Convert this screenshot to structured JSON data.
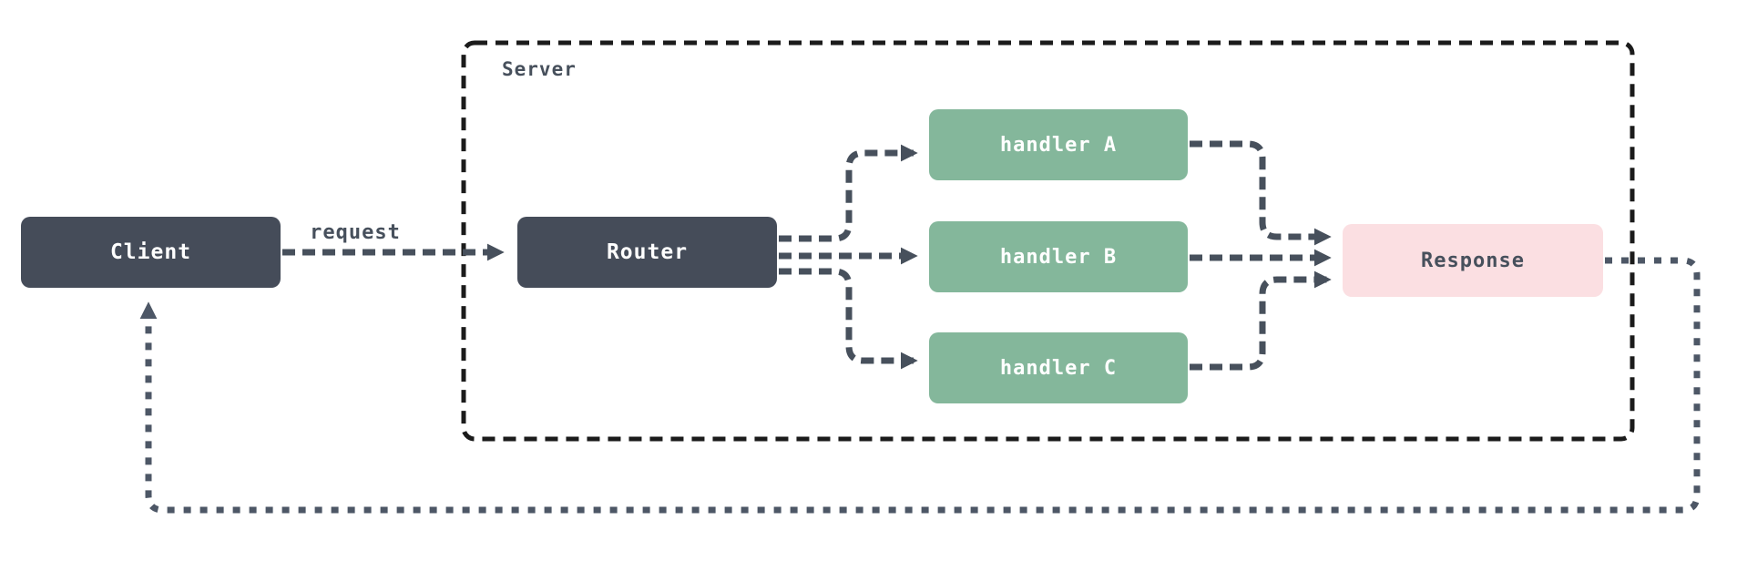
{
  "diagram": {
    "type": "flowchart",
    "cluster": {
      "label": "Server"
    },
    "nodes": {
      "client": {
        "label": "Client"
      },
      "router": {
        "label": "Router"
      },
      "handler_a": {
        "label": "handler A"
      },
      "handler_b": {
        "label": "handler B"
      },
      "handler_c": {
        "label": "handler C"
      },
      "response": {
        "label": "Response"
      }
    },
    "edges": [
      {
        "from": "client",
        "to": "router",
        "label": "request",
        "style": "dashed"
      },
      {
        "from": "router",
        "to": "handler_a",
        "label": "",
        "style": "dashed"
      },
      {
        "from": "router",
        "to": "handler_b",
        "label": "",
        "style": "dashed"
      },
      {
        "from": "router",
        "to": "handler_c",
        "label": "",
        "style": "dashed"
      },
      {
        "from": "handler_a",
        "to": "response",
        "label": "",
        "style": "dashed"
      },
      {
        "from": "handler_b",
        "to": "response",
        "label": "",
        "style": "dashed"
      },
      {
        "from": "handler_c",
        "to": "response",
        "label": "",
        "style": "dashed"
      },
      {
        "from": "response",
        "to": "client",
        "label": "",
        "style": "dotted"
      }
    ],
    "colors": {
      "node-dark": "#454c59",
      "node-green": "#84b79b",
      "node-pink": "#fbdfe2",
      "edge": "#47505c",
      "cluster-border": "#1b1b1b",
      "return-edge": "#4d5766",
      "text-light": "#ffffff",
      "text-dark": "#47505c",
      "bg": "#ffffff"
    }
  }
}
